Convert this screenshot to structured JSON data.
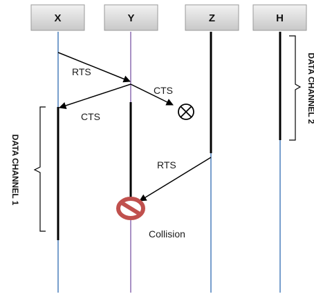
{
  "nodes": [
    {
      "key": "x",
      "label": "X"
    },
    {
      "key": "y",
      "label": "Y"
    },
    {
      "key": "z",
      "label": "Z"
    },
    {
      "key": "h",
      "label": "H"
    }
  ],
  "messages": {
    "rts_x_y": "RTS",
    "cts_y_x": "CTS",
    "cts_y_lost": "CTS",
    "rts_z_y": "RTS"
  },
  "collision_label": "Collision",
  "data_channel_1": "DATA CHANNEL 1",
  "data_channel_2": "DATA CHANNEL 2",
  "colors": {
    "x_lifeline": "#4a7ebb",
    "y_lifeline": "#8c6bb1",
    "z_lifeline": "#4a7ebb",
    "h_lifeline": "#4a7ebb",
    "active_bar": "#000000",
    "collision_icon": "#c0504d",
    "header_box": "#d9d9d9"
  },
  "icons": {
    "lost_signal": "x-circle-icon",
    "collision": "no-entry-icon"
  }
}
